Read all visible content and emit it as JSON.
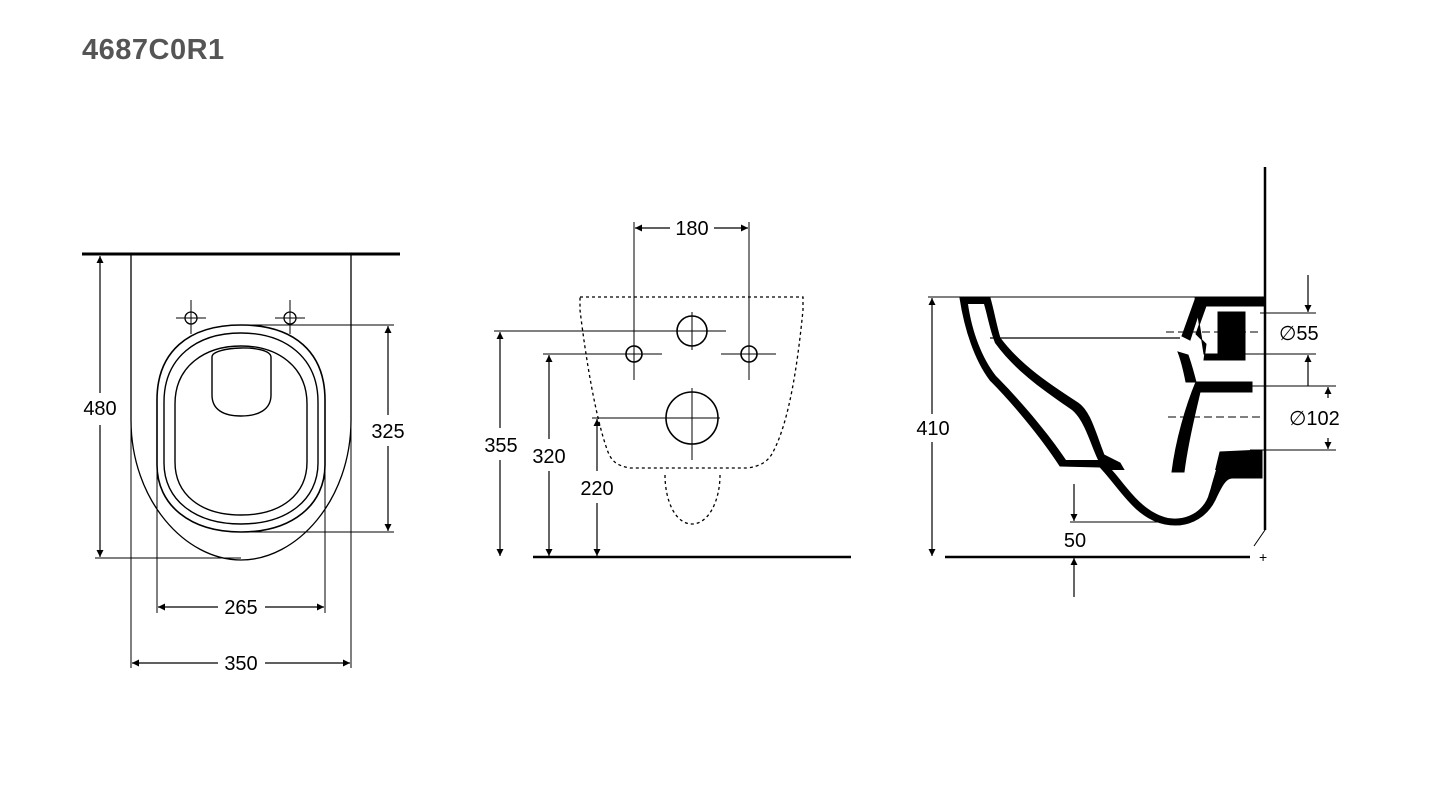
{
  "title": "4687C0R1",
  "views": {
    "top": {
      "dims": {
        "depth": "480",
        "seat_depth": "325",
        "seat_width": "265",
        "width": "350"
      }
    },
    "front": {
      "dims": {
        "fixing_spacing": "180",
        "inlet_height": "355",
        "fixing_height": "320",
        "outlet_height": "220"
      }
    },
    "side": {
      "dims": {
        "height": "410",
        "inlet_diameter": "∅55",
        "outlet_diameter": "∅102",
        "outlet_offset": "50"
      }
    }
  }
}
